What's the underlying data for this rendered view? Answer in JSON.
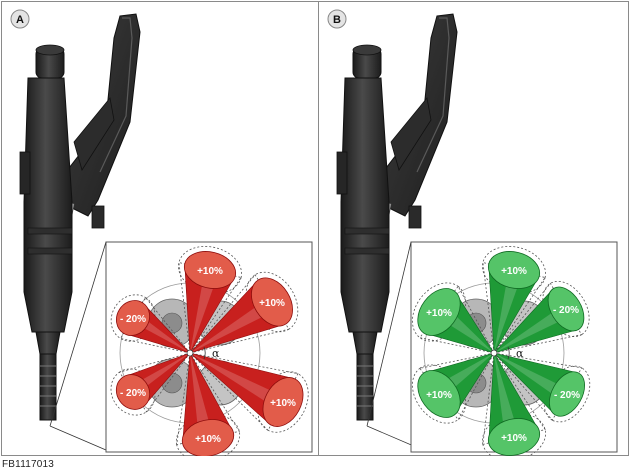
{
  "figure_id": "FB1117013",
  "panels": [
    {
      "label": "A",
      "spray_color": "#c8201e",
      "spray_light": "#e25c4a",
      "spray_dark": "#8e0d0c",
      "sprays": [
        {
          "label": "+10%"
        },
        {
          "label": "+10%"
        },
        {
          "label": "- 20%"
        },
        {
          "label": "- 20%"
        },
        {
          "label": "+10%"
        },
        {
          "label": "+10%"
        }
      ]
    },
    {
      "label": "B",
      "spray_color": "#1f9a37",
      "spray_light": "#55c468",
      "spray_dark": "#0f6a22",
      "sprays": [
        {
          "label": "+10%"
        },
        {
          "label": "- 20%"
        },
        {
          "label": "+10%"
        },
        {
          "label": "+10%"
        },
        {
          "label": "- 20%"
        },
        {
          "label": "+10%"
        }
      ]
    }
  ]
}
